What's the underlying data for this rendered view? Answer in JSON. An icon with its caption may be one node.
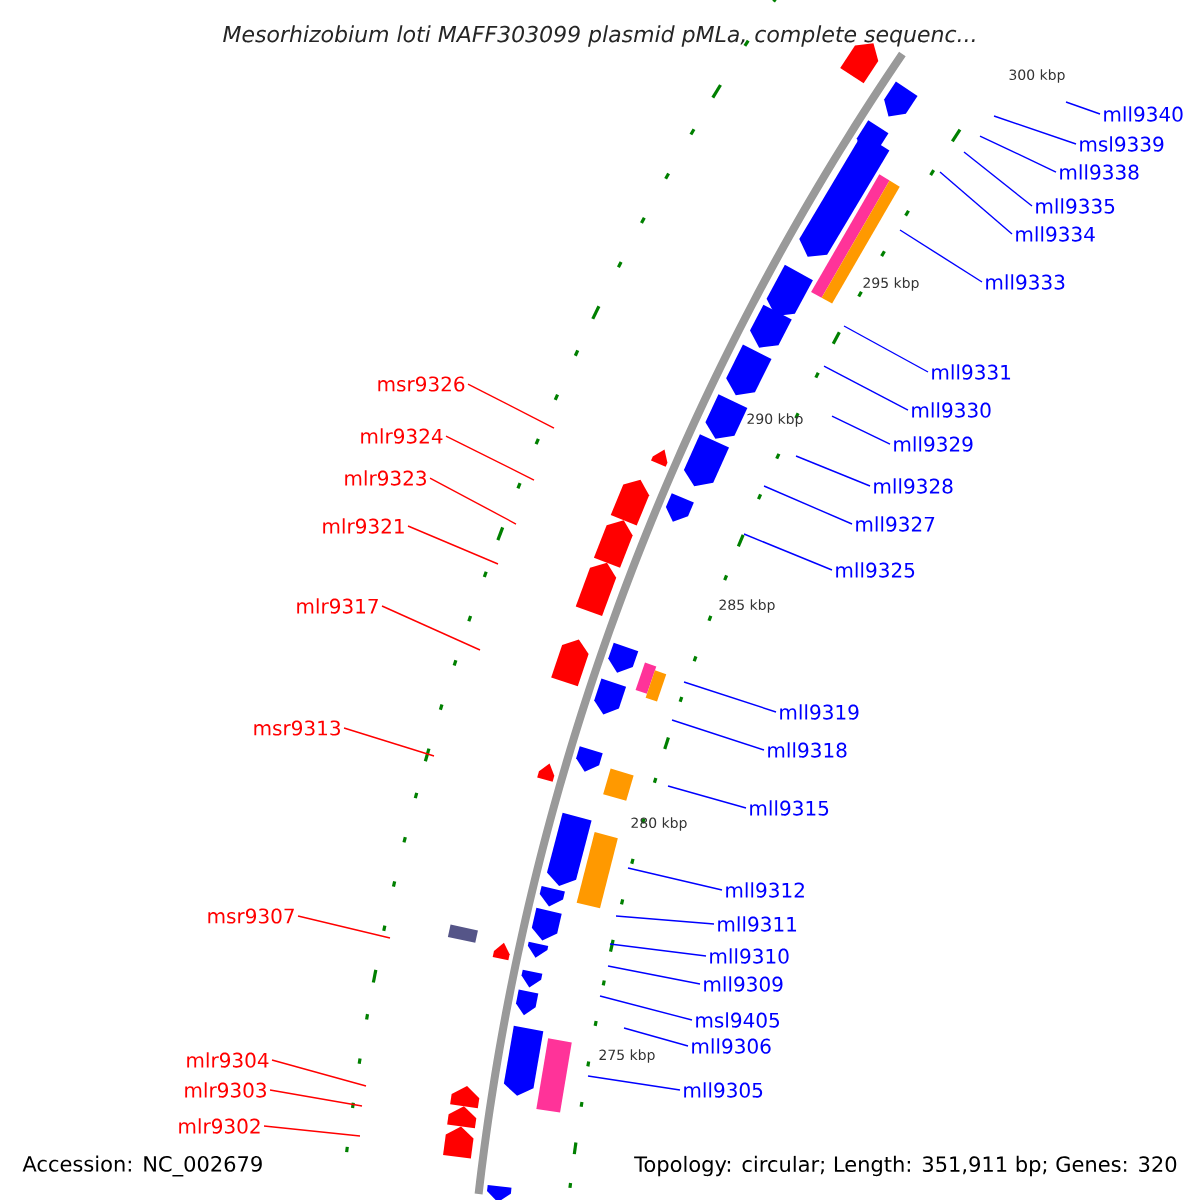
{
  "diagram": {
    "title": "Mesorhizobium loti MAFF303099 plasmid pMLa, complete sequenc...",
    "nodes": [
      {
        "text": [
          "mll9340"
        ]
      },
      {
        "text": [
          "msl9339"
        ]
      },
      {
        "text": [
          "mll9338"
        ]
      },
      {
        "text": [
          "mll9335"
        ]
      },
      {
        "text": [
          "mll9334"
        ]
      },
      {
        "text": [
          "mll9333"
        ]
      },
      {
        "text": [
          "mll9331"
        ]
      },
      {
        "text": [
          "msr9326"
        ]
      },
      {
        "text": [
          "mll9330"
        ]
      },
      {
        "text": [
          "mlr9324"
        ]
      },
      {
        "text": [
          "mll9329"
        ]
      },
      {
        "text": [
          "mlr9323"
        ]
      },
      {
        "text": [
          "mll9328"
        ]
      },
      {
        "text": [
          "mlr9321"
        ]
      },
      {
        "text": [
          "mll9327"
        ]
      },
      {
        "text": [
          "mll9325"
        ]
      },
      {
        "text": [
          "mlr9317"
        ]
      },
      {
        "text": [
          "mll9319"
        ]
      },
      {
        "text": [
          "msr9313"
        ]
      },
      {
        "text": [
          "mll9318"
        ]
      },
      {
        "text": [
          "mll9315"
        ]
      },
      {
        "text": [
          "mll9312"
        ]
      },
      {
        "text": [
          "msr9307"
        ]
      },
      {
        "text": [
          "mll9311"
        ]
      },
      {
        "text": [
          "mll9310"
        ]
      },
      {
        "text": [
          "mll9309"
        ]
      },
      {
        "text": [
          "msl9405"
        ]
      },
      {
        "text": [
          "mll9306"
        ]
      },
      {
        "text": [
          "mlr9304"
        ]
      },
      {
        "text": [
          "mlr9303"
        ]
      },
      {
        "text": [
          "mll9305"
        ]
      },
      {
        "text": [
          "mlr9302"
        ]
      }
    ],
    "edges": [
      {
        "from": 0,
        "to": null,
        "arrow": "none"
      },
      {
        "from": 1,
        "to": null,
        "arrow": "none"
      },
      {
        "from": 2,
        "to": null,
        "arrow": "none"
      },
      {
        "from": 3,
        "to": null,
        "arrow": "none"
      },
      {
        "from": 4,
        "to": null,
        "arrow": "none"
      },
      {
        "from": 5,
        "to": null,
        "arrow": "none"
      },
      {
        "from": 6,
        "to": null,
        "arrow": "none"
      },
      {
        "from": 7,
        "to": null,
        "arrow": "none",
        "color": "#ff0000"
      },
      {
        "from": 8,
        "to": null,
        "arrow": "none"
      },
      {
        "from": 9,
        "to": null,
        "arrow": "none",
        "color": "#ff0000"
      },
      {
        "from": 10,
        "to": null,
        "arrow": "none"
      },
      {
        "from": 11,
        "to": null,
        "arrow": "none",
        "color": "#ff0000"
      },
      {
        "from": 12,
        "to": null,
        "arrow": "none"
      },
      {
        "from": 13,
        "to": null,
        "arrow": "none",
        "color": "#ff0000"
      },
      {
        "from": 14,
        "to": null,
        "arrow": "none"
      },
      {
        "from": 15,
        "to": null,
        "arrow": "none"
      },
      {
        "from": 16,
        "to": null,
        "arrow": "none",
        "color": "#ff0000"
      },
      {
        "from": 17,
        "to": null,
        "arrow": "none"
      },
      {
        "from": 18,
        "to": null,
        "arrow": "none",
        "color": "#ff0000"
      },
      {
        "from": 19,
        "to": null,
        "arrow": "none"
      },
      {
        "from": 20,
        "to": null,
        "arrow": "none"
      },
      {
        "from": 21,
        "to": null,
        "arrow": "none"
      },
      {
        "from": 22,
        "to": null,
        "arrow": "none",
        "color": "#ff0000"
      },
      {
        "from": 23,
        "to": null,
        "arrow": "none"
      },
      {
        "from": 24,
        "to": null,
        "arrow": "none"
      },
      {
        "from": 25,
        "to": null,
        "arrow": "none"
      },
      {
        "from": 26,
        "to": null,
        "arrow": "none"
      },
      {
        "from": 27,
        "to": null,
        "arrow": "none"
      },
      {
        "from": 28,
        "to": null,
        "arrow": "none",
        "color": "#ff0000"
      },
      {
        "from": 29,
        "to": null,
        "arrow": "none",
        "color": "#ff0000"
      },
      {
        "from": 30,
        "to": null,
        "arrow": "none"
      },
      {
        "from": 31,
        "to": null,
        "arrow": "none",
        "color": "#ff0000"
      }
    ],
    "labels": [
      "300 kbp",
      "295 kbp",
      "290 kbp",
      "285 kbp",
      "280 kbp",
      "275 kbp",
      "Accession: NC_002679",
      "Topology: circular; Length: 351,911 bp; Genes: 320"
    ]
  }
}
